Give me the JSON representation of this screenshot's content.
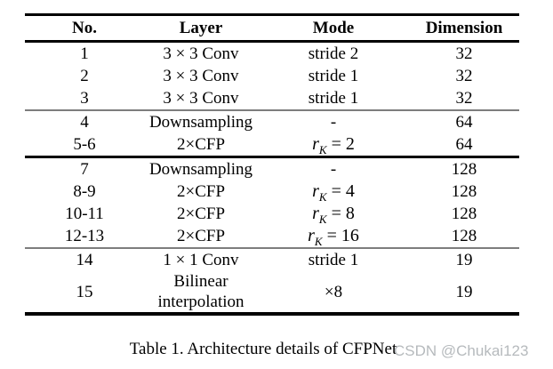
{
  "caption": "Table 1. Architecture details of CFPNet",
  "watermark": "CSDN @Chukai123",
  "colors": {
    "background": "#ffffff",
    "text": "#000000",
    "rule_thick": "#000000",
    "rule_thin": "#7d7d7d",
    "watermark": "#b6babd"
  },
  "table": {
    "columns": [
      "No.",
      "Layer",
      "Mode",
      "Dimension"
    ],
    "sections": [
      {
        "rule_after": "thin",
        "rows": [
          {
            "cells": [
              "1",
              "3 × 3 Conv",
              "stride 2",
              "32"
            ]
          },
          {
            "cells": [
              "2",
              "3 × 3 Conv",
              "stride 1",
              "32"
            ]
          },
          {
            "cells": [
              "3",
              "3 × 3 Conv",
              "stride 1",
              "32"
            ]
          }
        ]
      },
      {
        "rule_after": "thick",
        "rows": [
          {
            "cells": [
              "4",
              "Downsampling",
              "-",
              "64"
            ]
          },
          {
            "cells": [
              "5-6",
              "2×CFP",
              {
                "base": "r",
                "sub": "K",
                "rest": "= 2"
              },
              "64"
            ]
          }
        ]
      },
      {
        "rule_after": "thin",
        "rows": [
          {
            "cells": [
              "7",
              "Downsampling",
              "-",
              "128"
            ]
          },
          {
            "cells": [
              "8-9",
              "2×CFP",
              {
                "base": "r",
                "sub": "K",
                "rest": "= 4"
              },
              "128"
            ]
          },
          {
            "cells": [
              "10-11",
              "2×CFP",
              {
                "base": "r",
                "sub": "K",
                "rest": "= 8"
              },
              "128"
            ]
          },
          {
            "cells": [
              "12-13",
              "2×CFP",
              {
                "base": "r",
                "sub": "K",
                "rest": "= 16"
              },
              "128"
            ]
          }
        ]
      },
      {
        "rule_after": "none",
        "rows": [
          {
            "cells": [
              "14",
              "1 × 1 Conv",
              "stride 1",
              "19"
            ]
          },
          {
            "cells": [
              "15",
              "Bilinear interpolation",
              "×8",
              "19"
            ]
          }
        ]
      }
    ]
  }
}
